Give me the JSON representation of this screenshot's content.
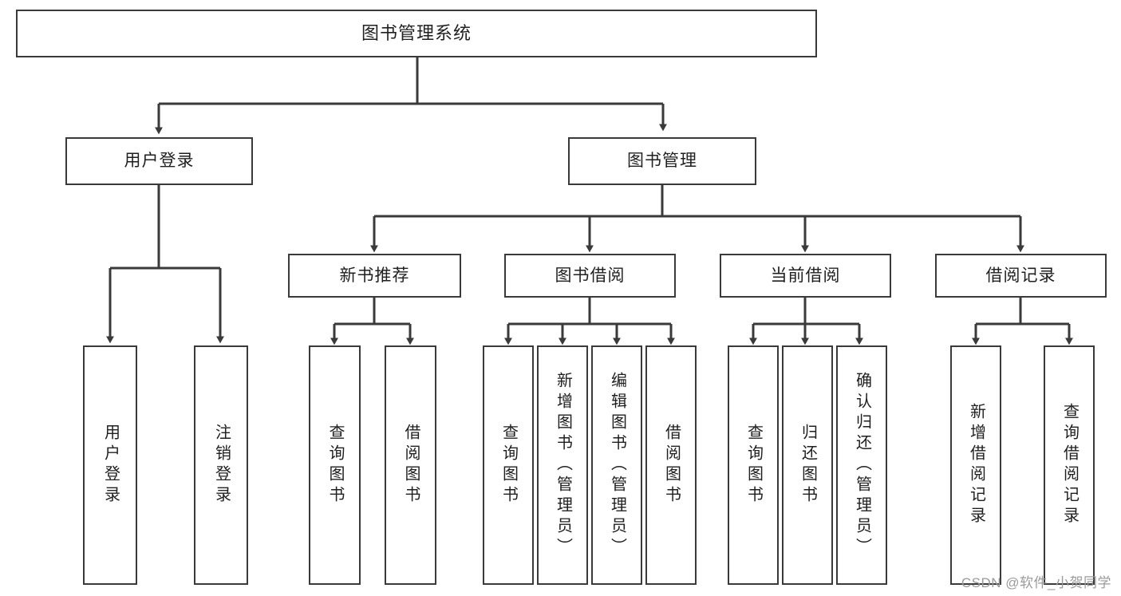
{
  "diagram": {
    "title": "图书管理系统",
    "type": "tree-structure-chart",
    "background_color": "#ffffff",
    "line_color": "#3a3a3a",
    "text_color": "#1f1f1f"
  },
  "nodes": {
    "root": {
      "label": "图书管理系统"
    },
    "level2": [
      {
        "id": "user-login",
        "label": "用户登录"
      },
      {
        "id": "book-management",
        "label": "图书管理"
      }
    ],
    "level3": [
      {
        "id": "new-book-recommend",
        "label": "新书推荐"
      },
      {
        "id": "book-borrow",
        "label": "图书借阅"
      },
      {
        "id": "current-borrow",
        "label": "当前借阅"
      },
      {
        "id": "borrow-record",
        "label": "借阅记录"
      }
    ],
    "leaves": {
      "user_login": [
        {
          "id": "leaf-user-login",
          "label": "用户登录"
        },
        {
          "id": "leaf-logout",
          "label": "注销登录"
        }
      ],
      "new_book_recommend": [
        {
          "id": "leaf-query-book-1",
          "label": "查询图书"
        },
        {
          "id": "leaf-borrow-book-1",
          "label": "借阅图书"
        }
      ],
      "book_borrow": [
        {
          "id": "leaf-query-book-2",
          "label": "查询图书"
        },
        {
          "id": "leaf-add-book",
          "label": "新增图书（管理员）"
        },
        {
          "id": "leaf-edit-book",
          "label": "编辑图书（管理员）"
        },
        {
          "id": "leaf-borrow-book-2",
          "label": "借阅图书"
        }
      ],
      "current_borrow": [
        {
          "id": "leaf-query-book-3",
          "label": "查询图书"
        },
        {
          "id": "leaf-return-book",
          "label": "归还图书"
        },
        {
          "id": "leaf-confirm-return",
          "label": "确认归还（管理员）"
        }
      ],
      "borrow_record": [
        {
          "id": "leaf-add-record",
          "label": "新增借阅记录"
        },
        {
          "id": "leaf-query-record",
          "label": "查询借阅记录"
        }
      ]
    }
  },
  "watermark": {
    "text": "CSDN @软件_小贺同学"
  }
}
